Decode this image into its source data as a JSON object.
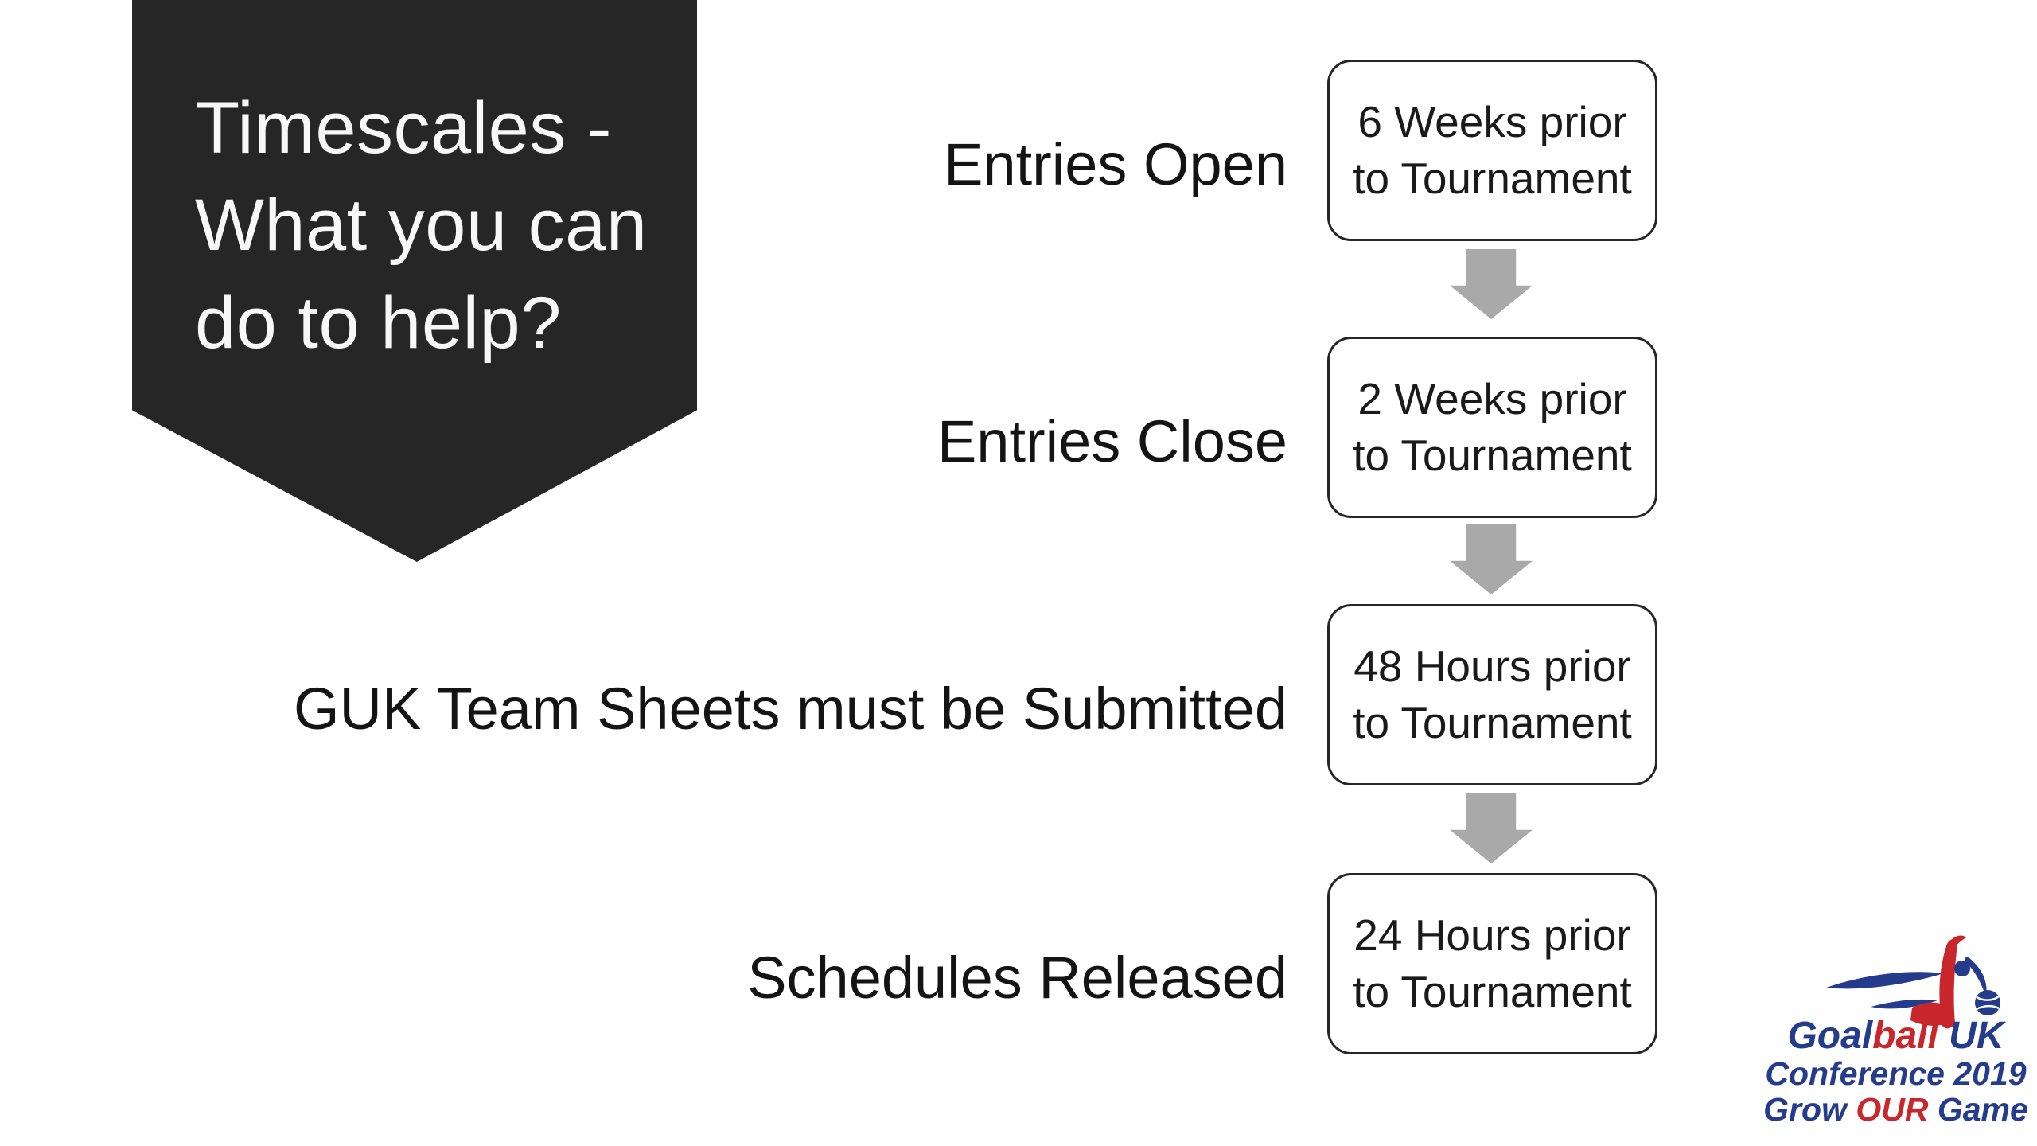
{
  "slide": {
    "background_color": "#ffffff",
    "title_banner": {
      "shape": "pennant",
      "fill_color": "#262626",
      "text_color": "#f7f7f7",
      "lines": [
        "Timescales -",
        "What you can",
        "do to help?"
      ]
    },
    "flow": {
      "arrow_icon": "down-block-arrow",
      "arrow_color": "#a9a9a9",
      "box_border_color": "#262626",
      "steps": [
        {
          "label": "Entries Open",
          "box_lines": [
            "6 Weeks prior",
            "to Tournament"
          ]
        },
        {
          "label": "Entries Close",
          "box_lines": [
            "2 Weeks prior",
            "to Tournament"
          ]
        },
        {
          "label": "GUK Team Sheets must be Submitted",
          "box_lines": [
            "48 Hours prior",
            "to Tournament"
          ]
        },
        {
          "label": "Schedules Released",
          "box_lines": [
            "24 Hours prior",
            "to Tournament"
          ]
        }
      ]
    },
    "logo": {
      "blue": "#253c8c",
      "red": "#c8272c",
      "graphic": "goalball-player-with-ball",
      "line1": {
        "goal": "Goal",
        "ball": "ball",
        "uk": " UK"
      },
      "line2": "Conference 2019",
      "line3": {
        "grow": "Grow ",
        "our": "OUR",
        "game": " Game"
      }
    }
  }
}
